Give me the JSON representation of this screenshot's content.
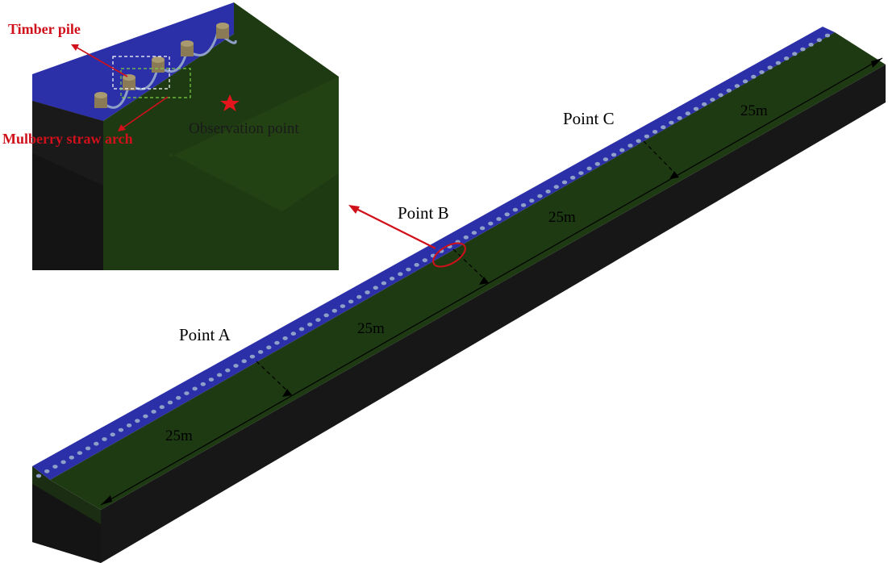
{
  "labels": {
    "timber_pile": "Timber pile",
    "mulberry_straw_arch": "Mulberry straw arch",
    "observation_point": "Observation point",
    "point_a": "Point A",
    "point_b": "Point B",
    "point_c": "Point C"
  },
  "segments": [
    {
      "length": "25m"
    },
    {
      "length": "25m"
    },
    {
      "length": "25m"
    },
    {
      "length": "25m"
    }
  ],
  "colors": {
    "top_water": "#2b2fa8",
    "side_soil": "#1e3a12",
    "dark_base": "#141414",
    "pile": "#8a7a55",
    "annotation_red": "#d0101b"
  }
}
